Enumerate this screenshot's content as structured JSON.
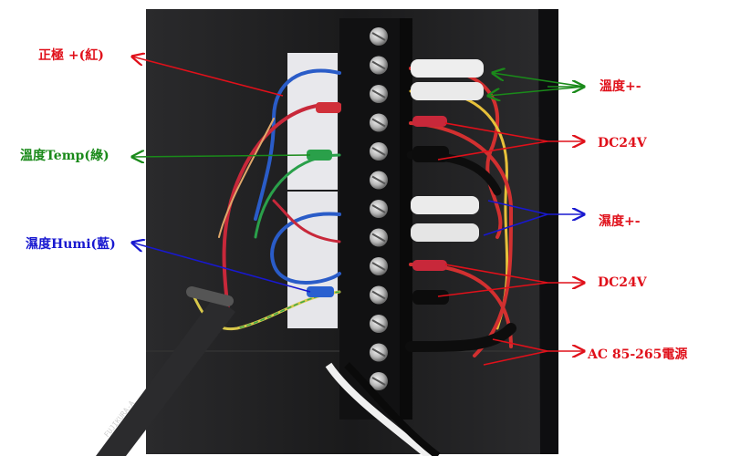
{
  "labels": {
    "positive": "正極 +(紅)",
    "temp_wire": "溫度Temp(綠)",
    "humi_wire": "濕度Humi(藍)",
    "temp_pm": "溫度+-",
    "dc24v_top": "DC24V",
    "humi_pm": "濕度+-",
    "dc24v_bottom": "DC24V",
    "ac_power": "AC 85-265電源"
  },
  "colors": {
    "red": "#e0101a",
    "green": "#1a8a1a",
    "blue": "#1818d0",
    "panel": "#1c1c1e",
    "terminal": "#121212"
  },
  "cable_brand": "FUJIKURA-A"
}
